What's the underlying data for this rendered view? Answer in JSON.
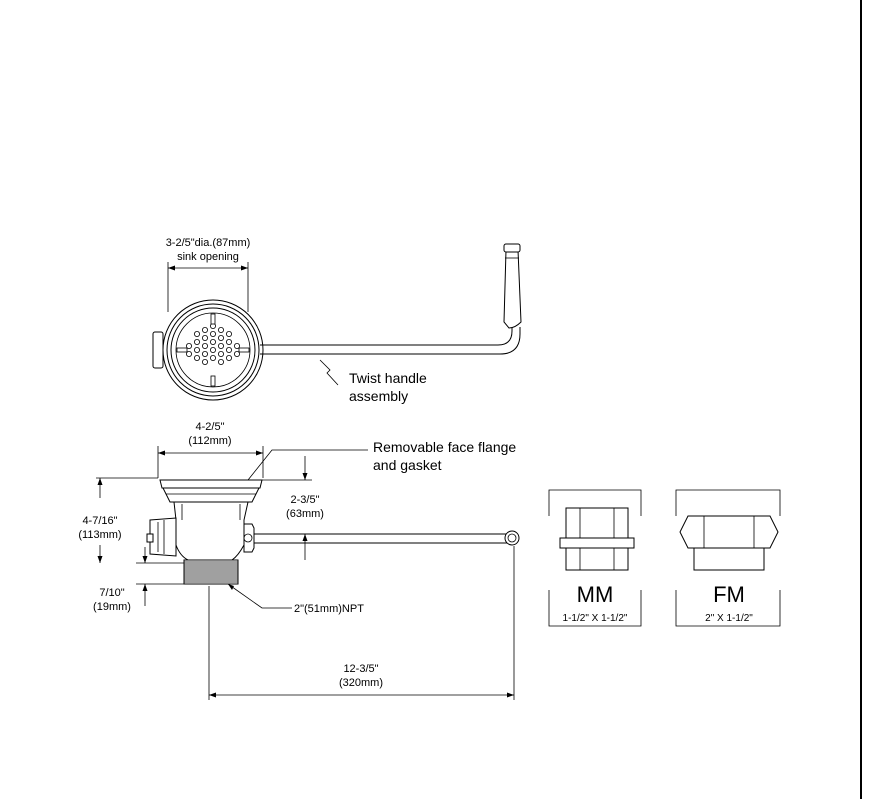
{
  "drawing": {
    "sink_opening": {
      "dim": "3-2/5\"dia.(87mm)",
      "label": "sink opening"
    },
    "twist_handle": {
      "line1": "Twist  handle",
      "line2": "assembly"
    },
    "face_width": {
      "inch": "4-2/5\"",
      "mm": "(112mm)"
    },
    "flange": {
      "line1": "Removable face flange",
      "line2": "and gasket"
    },
    "total_height": {
      "inch": "4-7/16\"",
      "mm": "(113mm)"
    },
    "flange_height": {
      "inch": "2-3/5\"",
      "mm": "(63mm)"
    },
    "thread_height": {
      "inch": "7/10\"",
      "mm": "(19mm)"
    },
    "thread": {
      "label": "2\"(51mm)NPT"
    },
    "length": {
      "inch": "12-3/5\"",
      "mm": "(320mm)"
    },
    "adapters": [
      {
        "code": "MM",
        "size": "1-1/2\"  X  1-1/2\""
      },
      {
        "code": "FM",
        "size": "2\"  X  1-1/2\""
      }
    ]
  }
}
